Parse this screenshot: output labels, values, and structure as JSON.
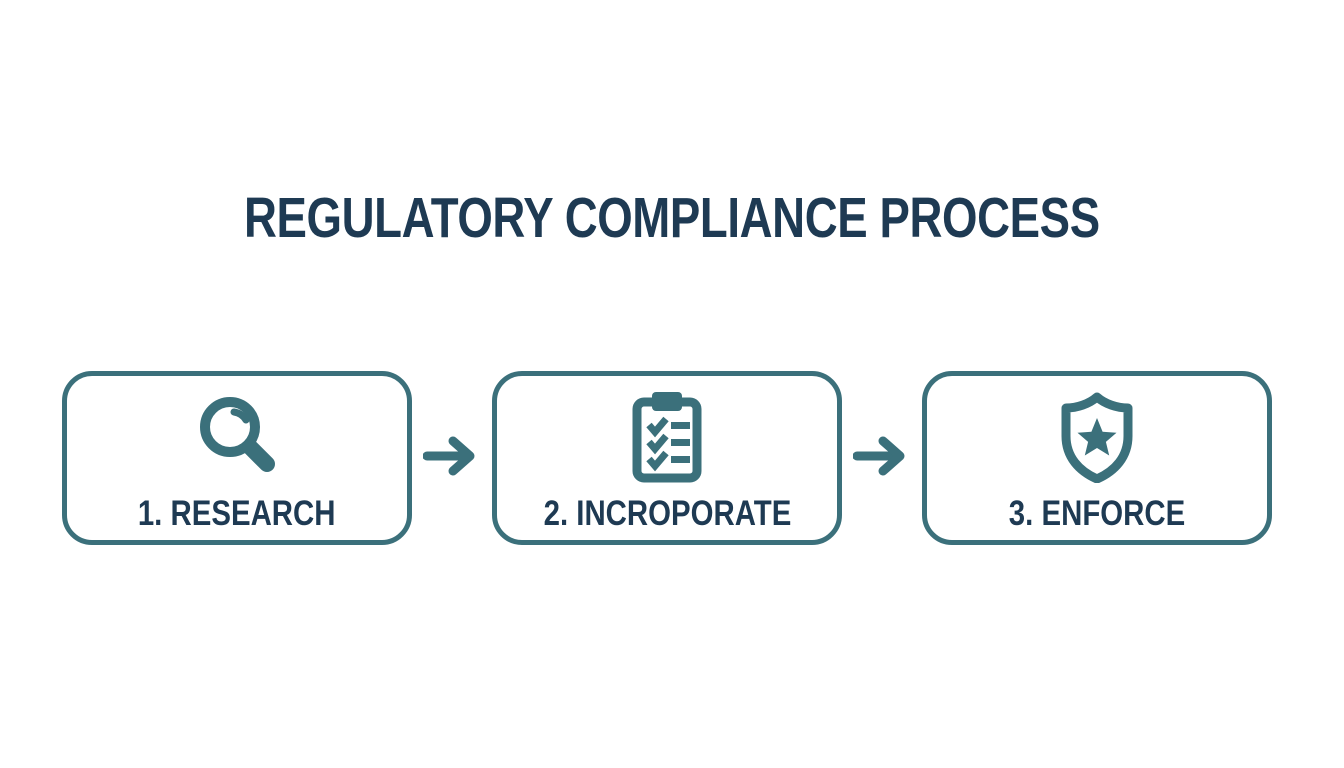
{
  "title": "REGULATORY COMPLIANCE PROCESS",
  "colors": {
    "teal": "#3b707b",
    "navy": "#1e3a53",
    "background": "#ffffff"
  },
  "steps": [
    {
      "label": "1. RESEARCH",
      "icon": "magnifying-glass-icon"
    },
    {
      "label": "2. INCROPORATE",
      "icon": "clipboard-checklist-icon"
    },
    {
      "label": "3. ENFORCE",
      "icon": "shield-star-icon"
    }
  ],
  "connector_icon": "arrow-right-icon"
}
